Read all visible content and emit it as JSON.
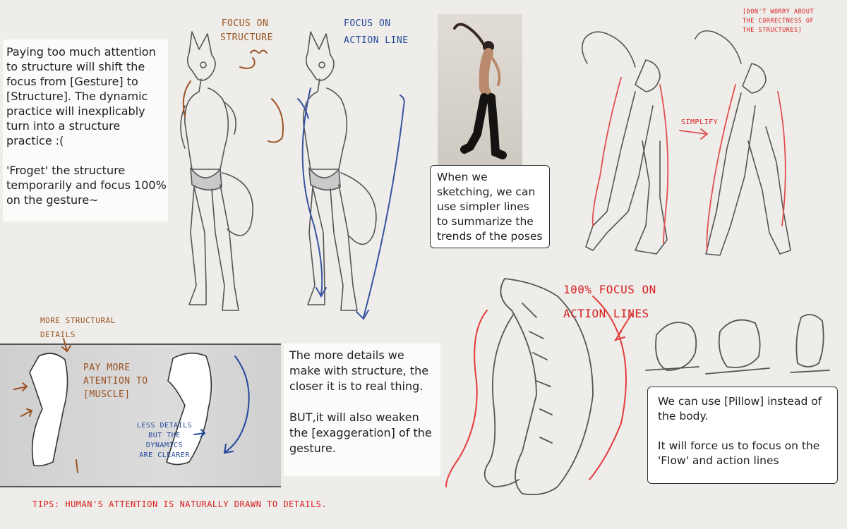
{
  "notes": {
    "structure_warning": "Paying too much attention to structure will shift the focus from [Gesture] to [Structure]. The dynamic practice will inexplicably turn into a structure practice :(\n\n 'Froget' the structure temporarily and focus 100% on the gesture~",
    "sketching": "When we sketching, we can use simpler lines to summarize the trends of the poses",
    "details": "The more details we make with structure, the closer it is to real thing.\n\nBUT,it will also weaken the [exaggeration] of the gesture.",
    "pillow": "We can use [Pillow] instead of the body.\n\nIt will force us to focus on the 'Flow' and action lines"
  },
  "labels": {
    "focus_structure": "Focus on\nstructure",
    "focus_action": "Focus on\naction line",
    "dont_worry": "[Don't worry about\nthe correctness of\nthe structures]",
    "simplify": "simplify",
    "focus_action_lines": "100% Focus on\naction lines",
    "more_structural": "More structural\ndetails",
    "pay_more": "Pay more\natention to\n[muscle]",
    "less_details": "Less details\nbut the\ndynamics\nare clearer",
    "tips": "Tips: Human's attention is naturally drawn to details."
  },
  "colors": {
    "background": "#efedea",
    "brown": "#9a5223",
    "blue": "#23479a",
    "red": "#d62020"
  }
}
